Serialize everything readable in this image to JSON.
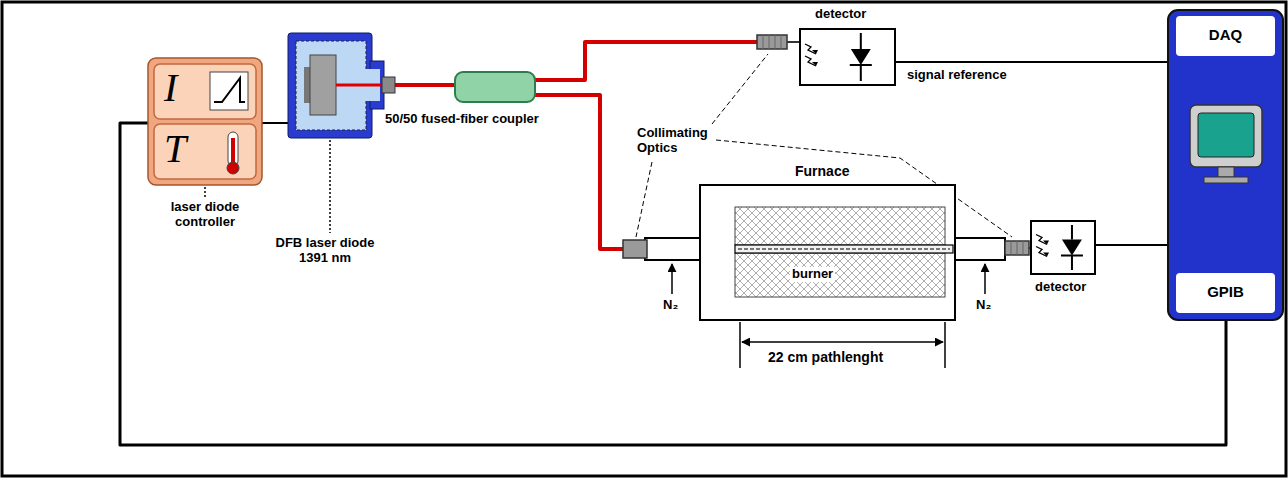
{
  "diagram": {
    "nodes": [
      {
        "text": [
          "I",
          "T",
          "laser diode controller"
        ]
      },
      {
        "text": [
          "DFB laser diode 1391 nm"
        ]
      },
      {
        "text": [
          "50/50 fused-fiber coupler"
        ]
      },
      {
        "text": [
          "detector"
        ]
      },
      {
        "text": [
          "DAQ",
          "GPIB"
        ]
      },
      {
        "text": [
          "Furnace"
        ]
      },
      {
        "text": [
          "burner"
        ],
        "in": 5
      },
      {
        "text": [
          "detector"
        ]
      }
    ],
    "edges": [
      {
        "from": 0,
        "to": 1,
        "arrow": "none"
      },
      {
        "from": 1,
        "to": 2,
        "arrow": "none"
      },
      {
        "from": 2,
        "to": 3,
        "arrow": "none"
      },
      {
        "from": 2,
        "to": 5,
        "arrow": "none"
      },
      {
        "from": 3,
        "to": 4,
        "label": "signal reference",
        "arrow": "none"
      },
      {
        "from": 7,
        "to": 4,
        "arrow": "none"
      },
      {
        "from": 4,
        "to": 0,
        "arrow": "none"
      }
    ],
    "labels": [
      "Collimating Optics",
      "N₂",
      "N₂",
      "22 cm pathlenght"
    ]
  }
}
